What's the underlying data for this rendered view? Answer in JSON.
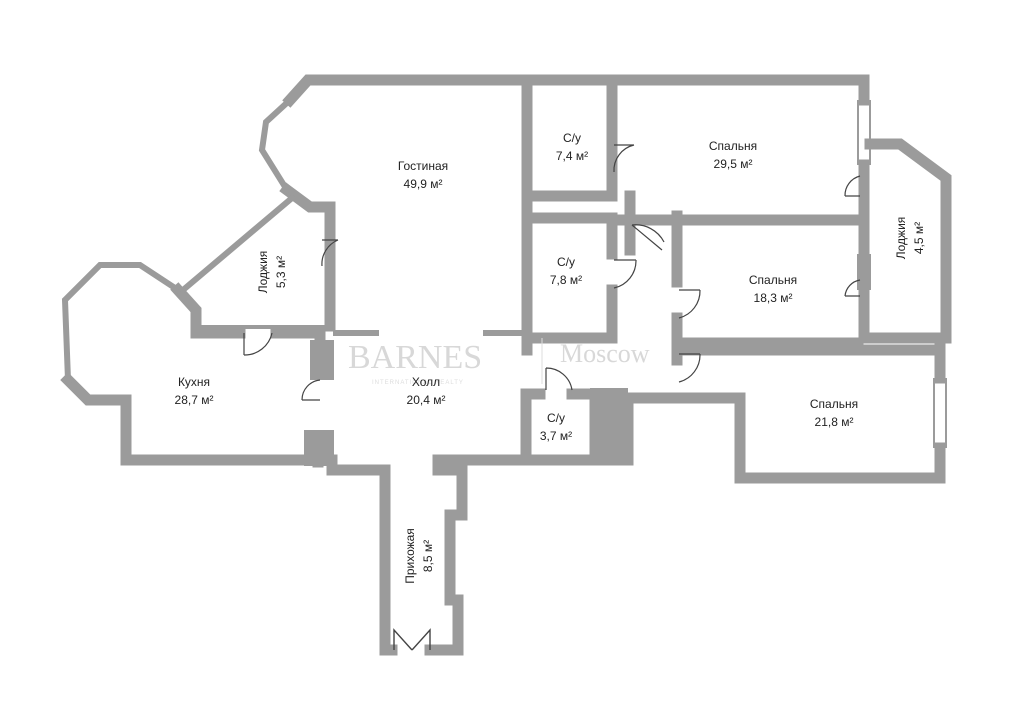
{
  "plan": {
    "wall_color": "#9b9b9b",
    "floor_color": "#ffffff",
    "text_color": "#222222",
    "rooms": [
      {
        "id": "living",
        "name": "Гостиная",
        "area": "49,9 м²"
      },
      {
        "id": "wc1",
        "name": "С/у",
        "area": "7,4 м²"
      },
      {
        "id": "bed1",
        "name": "Спальня",
        "area": "29,5 м²"
      },
      {
        "id": "loggia1",
        "name": "Лоджия",
        "area": "5,3 м²"
      },
      {
        "id": "wc2",
        "name": "С/у",
        "area": "7,8 м²"
      },
      {
        "id": "bed2",
        "name": "Спальня",
        "area": "18,3 м²"
      },
      {
        "id": "loggia2",
        "name": "Лоджия",
        "area": "4,5 м²"
      },
      {
        "id": "kitchen",
        "name": "Кухня",
        "area": "28,7 м²"
      },
      {
        "id": "hall",
        "name": "Холл",
        "area": "20,4 м²"
      },
      {
        "id": "wc3",
        "name": "С/у",
        "area": "3,7 м²"
      },
      {
        "id": "bed3",
        "name": "Спальня",
        "area": "21,8 м²"
      },
      {
        "id": "entry",
        "name": "Прихожая",
        "area": "8,5 м²"
      }
    ]
  },
  "watermark": {
    "brand": "BARNES",
    "city": "Moscow",
    "tagline": "INTERNATIONAL REALTY"
  }
}
